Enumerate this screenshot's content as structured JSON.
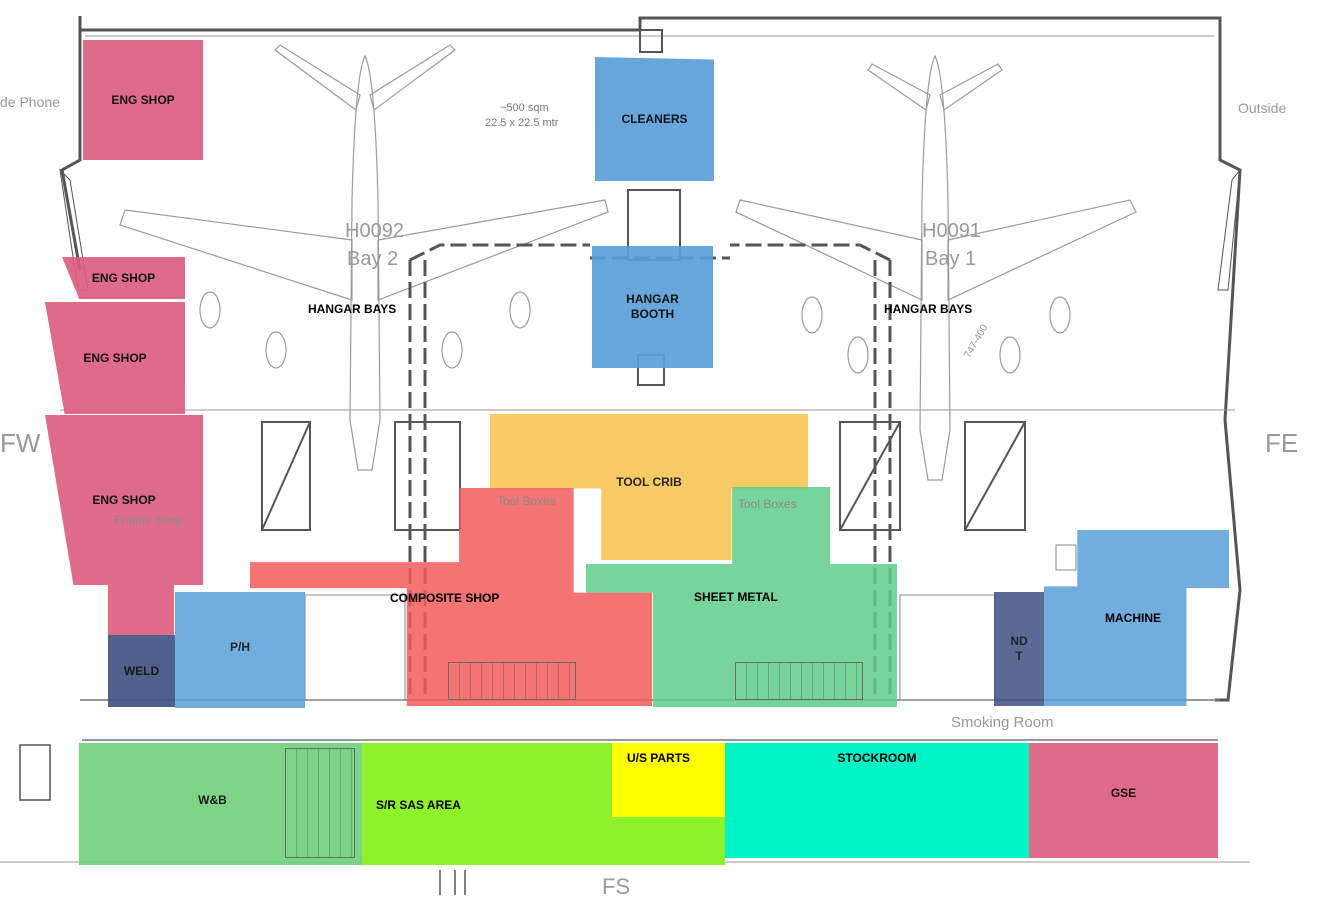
{
  "colors": {
    "eng": "#dd5f80",
    "blue": "#5b9fd8",
    "navy": "#3e5182",
    "yellow": "#f9c24a",
    "red": "#f25a5a",
    "green": "#5fcd8a",
    "lime": "#8ef22a",
    "cyan": "#00f5c6",
    "bright_yellow": "#ffff00",
    "wb_green": "#6ed07a",
    "line": "#555555"
  },
  "zones": {
    "eng1": "ENG SHOP",
    "eng2": "ENG SHOP",
    "eng3": "ENG SHOP",
    "eng4": "ENG SHOP",
    "cleaners": "CLEANERS",
    "booth_1": "HANGAR",
    "booth_2": "BOOTH",
    "tool_crib": "TOOL CRIB",
    "composite": "COMPOSITE SHOP",
    "sheet_metal": "SHEET METAL",
    "ph": "P/H",
    "weld": "WELD",
    "ndt_1": "ND",
    "ndt_2": "T",
    "machine": "MACHINE",
    "wb": "W&B",
    "srsas": "S/R SAS AREA",
    "us_parts": "U/S PARTS",
    "stockroom": "STOCKROOM",
    "gse": "GSE"
  },
  "labels": {
    "hangar_bays_left": "HANGAR BAYS",
    "hangar_bays_right": "HANGAR BAYS"
  },
  "plan_text": {
    "outside_left": "de Phone",
    "outside_right": "Outside",
    "area_1": "~500 sqm",
    "area_2": "22.5 x 22.5 mtr",
    "h0092": "H0092",
    "bay2": "Bay 2",
    "h0091": "H0091",
    "bay1": "Bay 1",
    "fw": "FW",
    "fe": "FE",
    "fs": "FS",
    "smoking": "Smoking Room",
    "tool_boxes_1": "Tool Boxes",
    "tool_boxes_2": "Tool Boxes",
    "engine_shop": "Engine Shop",
    "aircraft_reg": "747-400"
  }
}
